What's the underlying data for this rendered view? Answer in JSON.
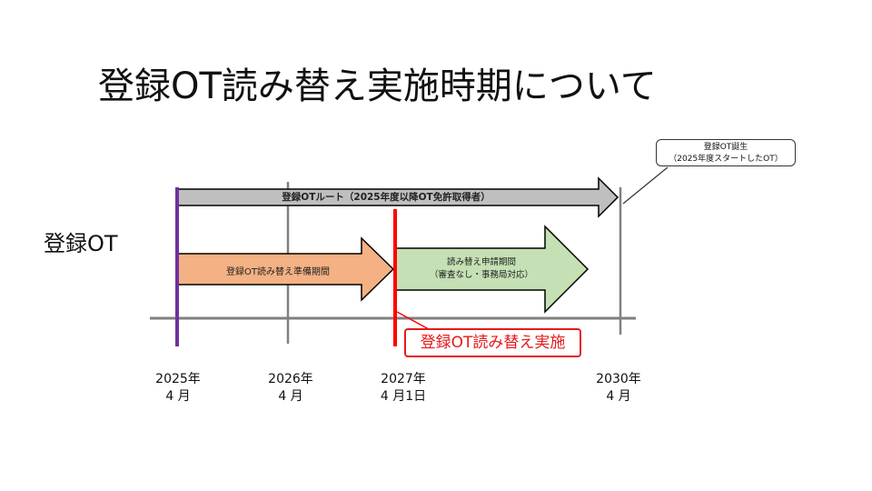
{
  "title": "登録OT読み替え実施時期について",
  "row_label": "登録OT",
  "route_arrow": {
    "label": "登録OTルート（2025年度以降OT免許取得者）",
    "color": "#bfbfbf"
  },
  "prep_arrow": {
    "label": "登録OT読み替え準備期間",
    "color": "#f4b183"
  },
  "apply_arrow": {
    "line1": "読み替え申請期間",
    "line2": "（審査なし・事務局対応）",
    "color": "#c5e0b4"
  },
  "callout": {
    "line1": "登録OT誕生",
    "line2": "（2025年度スタートしたOT）"
  },
  "red_label": "登録OT読み替え実施",
  "dates": [
    {
      "line1": "2025年",
      "line2": "4 月"
    },
    {
      "line1": "2026年",
      "line2": "4 月"
    },
    {
      "line1": "2027年",
      "line2": "4 月1日"
    },
    {
      "line1": "2030年",
      "line2": "4 月"
    }
  ],
  "colors": {
    "start_line": "#7030a0",
    "implementation_line": "#ff0000",
    "axis": "#808080"
  }
}
